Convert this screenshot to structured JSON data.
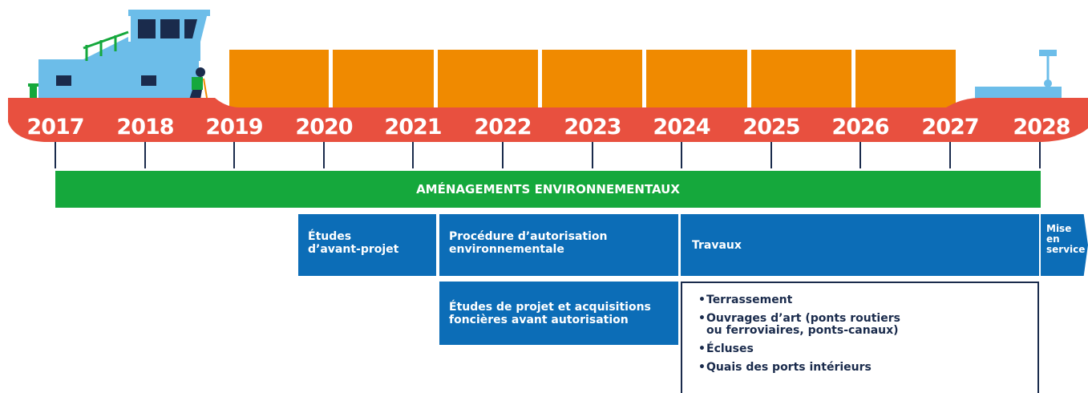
{
  "colors": {
    "hull": "#e8503f",
    "hull_edge": "#c4342a",
    "cargo": "#f08a00",
    "cabin": "#6cbde9",
    "cabin_dark": "#1a2b4c",
    "railing": "#15a83c",
    "environment_bar": "#15a83c",
    "phase_blue": "#0c6db7",
    "list_border": "#1a2b4c",
    "tick": "#1a2b4c"
  },
  "timeline": {
    "years": [
      "2017",
      "2018",
      "2019",
      "2020",
      "2021",
      "2022",
      "2023",
      "2024",
      "2025",
      "2026",
      "2027",
      "2028"
    ]
  },
  "bars": {
    "environment": "AMÉNAGEMENTS ENVIRONNEMENTAUX",
    "etudes_avant_projet": [
      "Études",
      "d’avant-projet"
    ],
    "procedure": [
      "Procédure d’autorisation",
      "environnementale"
    ],
    "travaux": "Travaux",
    "mise_en_service": [
      "Mise",
      "en",
      "service"
    ],
    "etudes_projet": [
      "Études de projet et acquisitions",
      "foncières avant autorisation"
    ]
  },
  "travaux_list": [
    [
      "Terrassement"
    ],
    [
      "Ouvrages d’art (ponts routiers",
      "ou ferroviaires, ponts-canaux)"
    ],
    [
      "Écluses"
    ],
    [
      "Quais des ports intérieurs"
    ]
  ]
}
